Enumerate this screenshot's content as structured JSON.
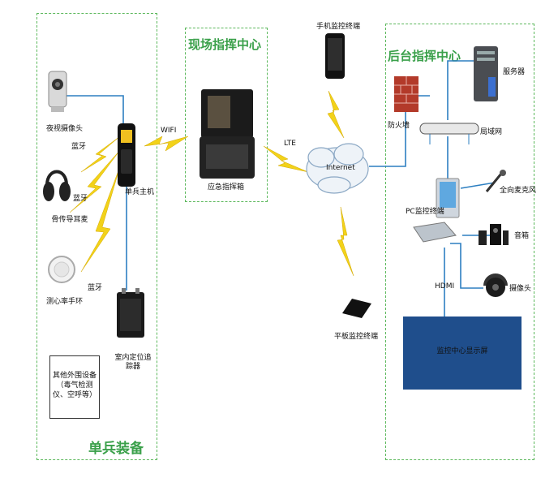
{
  "regions": {
    "soldier": "单兵装备",
    "field_center": "现场指挥中心",
    "backend_center": "后台指挥中心"
  },
  "devices": {
    "night_camera": "夜视摄像头",
    "headset": "骨传导耳麦",
    "heart_band": "测心率手环",
    "other_peripherals": "其他外围设备（毒气检测仪、空呼等）",
    "soldier_host": "单兵主机",
    "indoor_tracker": "室内定位追踪器",
    "emergency_box": "应急指挥箱",
    "mobile_terminal": "手机监控终端",
    "internet": "Internet",
    "tablet_terminal": "平板监控终端",
    "firewall": "防火墙",
    "server": "服务器",
    "lan": "局域网",
    "pc_terminal": "PC监控终端",
    "microphone": "全向麦克风",
    "speaker": "音箱",
    "camera": "摄像头",
    "display_wall": "监控中心显示屏"
  },
  "links": {
    "bluetooth_1": "蓝牙",
    "bluetooth_2": "蓝牙",
    "bluetooth_3": "蓝牙",
    "wifi": "WIFI",
    "lte": "LTE",
    "hdmi": "HDMI"
  },
  "colors": {
    "region_border": "#5cb85c",
    "region_title": "#3aa04a",
    "wire": "#2d7fc1",
    "wireless": "#f2d21a",
    "display_wall": "#1f4e8c"
  }
}
